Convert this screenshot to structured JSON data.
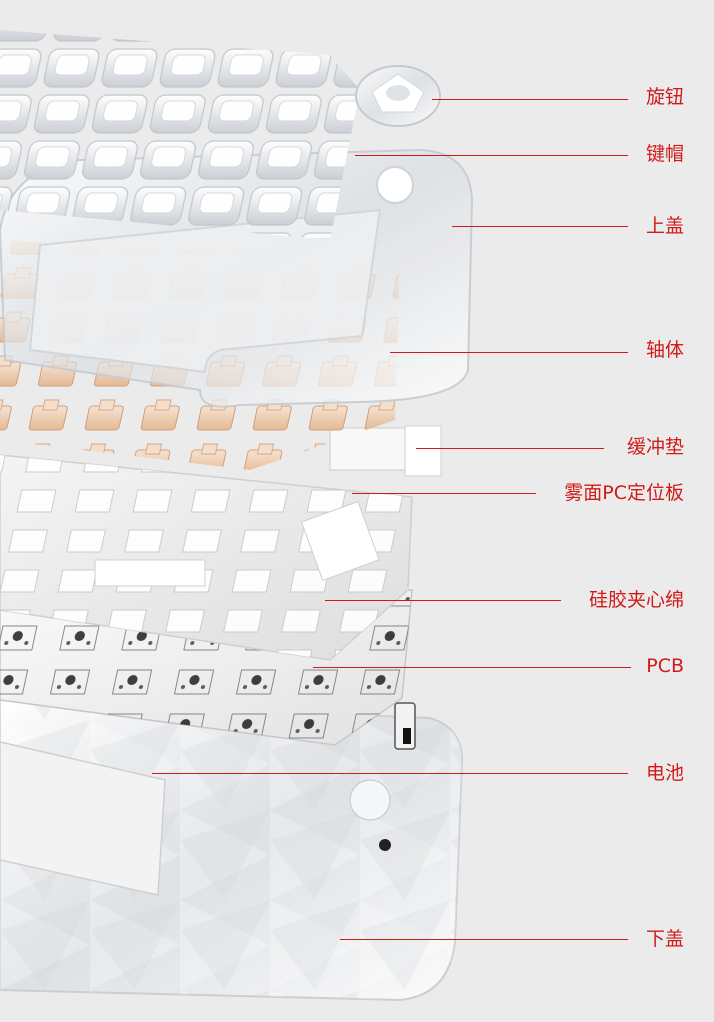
{
  "accent_color": "#d11a1a",
  "labels": [
    {
      "id": "knob",
      "text": "旋钮"
    },
    {
      "id": "keycaps",
      "text": "键帽"
    },
    {
      "id": "top-case",
      "text": "上盖"
    },
    {
      "id": "switches",
      "text": "轴体"
    },
    {
      "id": "buffer-pad",
      "text": "缓冲垫"
    },
    {
      "id": "plate",
      "text": "雾面PC定位板"
    },
    {
      "id": "silicone-foam",
      "text": "硅胶夹心绵"
    },
    {
      "id": "pcb",
      "text": "PCB"
    },
    {
      "id": "battery",
      "text": "电池"
    },
    {
      "id": "bottom-case",
      "text": "下盖"
    }
  ]
}
